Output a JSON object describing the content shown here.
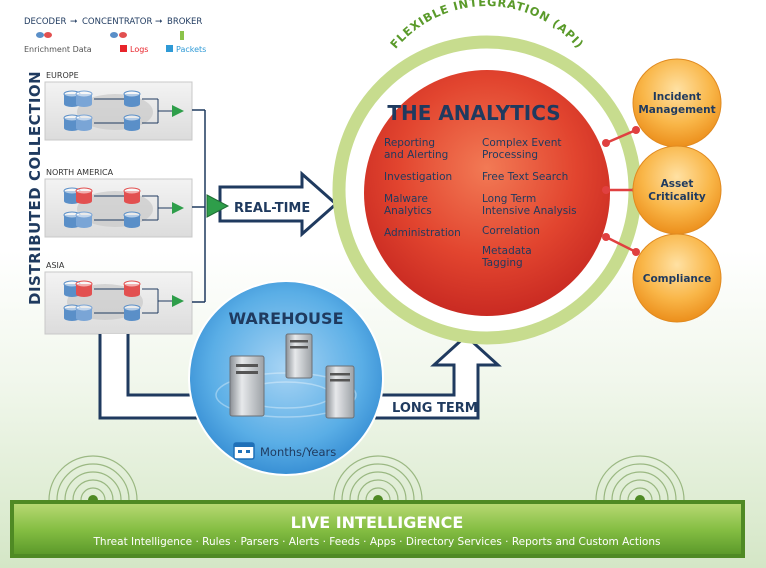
{
  "legend": {
    "decoder": "DECODER",
    "concentrator": "CONCENTRATOR",
    "broker": "BROKER",
    "enrichment": "Enrichment Data",
    "logs": "Logs",
    "packets": "Packets",
    "colors": {
      "logs": "#e8242b",
      "packets": "#2f9ad6",
      "enrichment": "#5a8fc8"
    }
  },
  "collection": {
    "side_label": "DISTRIBUTED COLLECTION",
    "regions": [
      "EUROPE",
      "NORTH AMERICA",
      "ASIA"
    ]
  },
  "realtime": {
    "label": "REAL-TIME"
  },
  "longterm": {
    "label": "LONG TERM"
  },
  "warehouse": {
    "title": "WAREHOUSE",
    "retention": "Months/Years"
  },
  "analytics": {
    "integration_label": "FLEXIBLE INTEGRATION (API)",
    "title": "THE ANALYTICS",
    "left_items": [
      [
        "Reporting",
        "and Alerting"
      ],
      [
        "Investigation"
      ],
      [
        "Malware",
        "Analytics"
      ],
      [
        "Administration"
      ]
    ],
    "right_items": [
      [
        "Complex Event",
        "Processing"
      ],
      [
        "Free Text Search"
      ],
      [
        "Long Term",
        "Intensive Analysis"
      ],
      [
        "Correlation"
      ],
      [
        "Metadata",
        "Tagging"
      ]
    ]
  },
  "outputs": [
    [
      "Incident",
      "Management"
    ],
    [
      "Asset",
      "Criticality"
    ],
    [
      "Compliance"
    ]
  ],
  "live": {
    "title": "LIVE INTELLIGENCE",
    "items": "Threat Intelligence · Rules · Parsers · Alerts · Feeds · Apps · Directory Services · Reports and Custom Actions"
  },
  "colors": {
    "navy": "#1f3a5f",
    "analytics_red": "#d8322a",
    "green_ring": "#c7dc8e",
    "orange": "#f5a623",
    "warehouse_blue": "#2e8fd6",
    "live_green": "#79b83a"
  }
}
